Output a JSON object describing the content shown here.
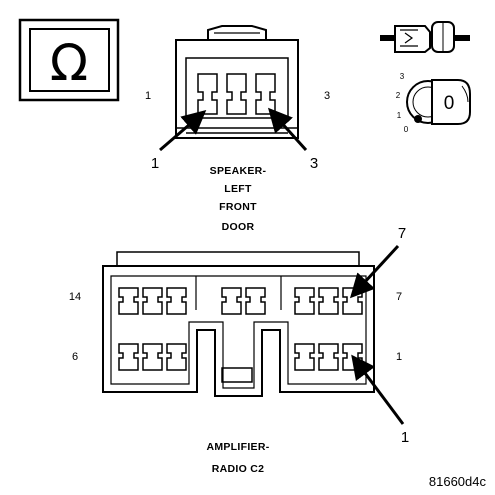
{
  "symbol": {
    "ohm": "Ω",
    "key_number": "0"
  },
  "ignition_positions": [
    "3",
    "2",
    "1",
    "0"
  ],
  "speaker_connector": {
    "side_left": "1",
    "side_right": "3",
    "pointer_left": "1",
    "pointer_right": "3",
    "caption": [
      "SPEAKER-",
      "LEFT",
      "FRONT",
      "DOOR"
    ]
  },
  "amplifier_connector": {
    "left_top": "14",
    "left_bottom": "6",
    "right_top": "7",
    "right_bottom": "1",
    "pointer_top": "7",
    "pointer_bottom": "1",
    "caption": [
      "AMPLIFIER-",
      "RADIO C2"
    ]
  },
  "reference": "81660d4c"
}
